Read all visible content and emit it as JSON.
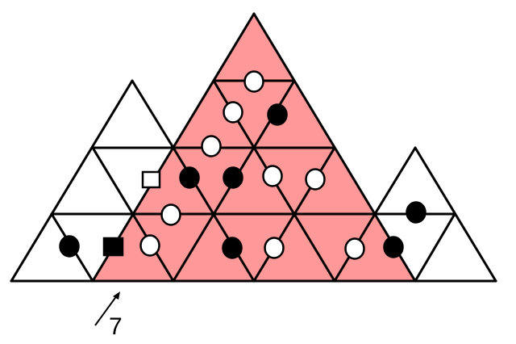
{
  "diagram": {
    "label": "7",
    "colors": {
      "highlight": "#ff9999",
      "line": "#000000",
      "open": "#ffffff",
      "filled": "#000000"
    },
    "legend_counts": {
      "open_circles": 9,
      "filled_circles": 7,
      "open_squares": 1,
      "filled_squares": 1
    }
  }
}
